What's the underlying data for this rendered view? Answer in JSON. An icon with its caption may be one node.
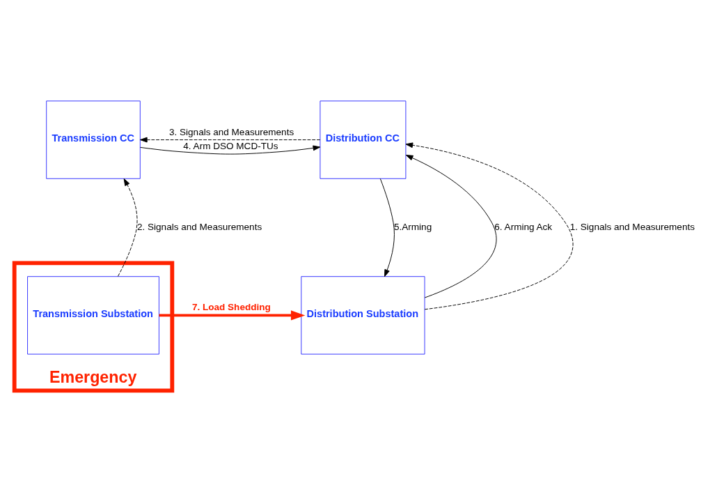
{
  "diagram": {
    "nodes": [
      {
        "text": [
          "Transmission CC"
        ]
      },
      {
        "text": [
          "Distribution CC"
        ]
      },
      {
        "text": [
          "Emergency"
        ]
      },
      {
        "text": [
          "Transmission Substation"
        ],
        "in": 2
      },
      {
        "text": [
          "Distribution Substation"
        ]
      }
    ],
    "edges": [
      {
        "from": 1,
        "to": 0,
        "arrow": "to",
        "label": "3. Signals and Measurements",
        "style": "dashed"
      },
      {
        "from": 0,
        "to": 1,
        "arrow": "to",
        "label": "4. Arm DSO MCD-TUs"
      },
      {
        "from": 3,
        "to": 0,
        "arrow": "to",
        "label": "2. Signals and Measurements",
        "style": "dashed"
      },
      {
        "from": 4,
        "to": 1,
        "arrow": "to",
        "label": "6. Arming Ack"
      },
      {
        "from": 1,
        "to": 4,
        "arrow": "to",
        "label": "5.Arming"
      },
      {
        "from": 4,
        "to": 1,
        "arrow": "to",
        "label": "1. Signals and Measurements",
        "style": "dashed"
      },
      {
        "from": 3,
        "to": 4,
        "arrow": "to",
        "label": "7. Load Shedding",
        "style": "thick",
        "color": "#ff2200"
      }
    ]
  }
}
